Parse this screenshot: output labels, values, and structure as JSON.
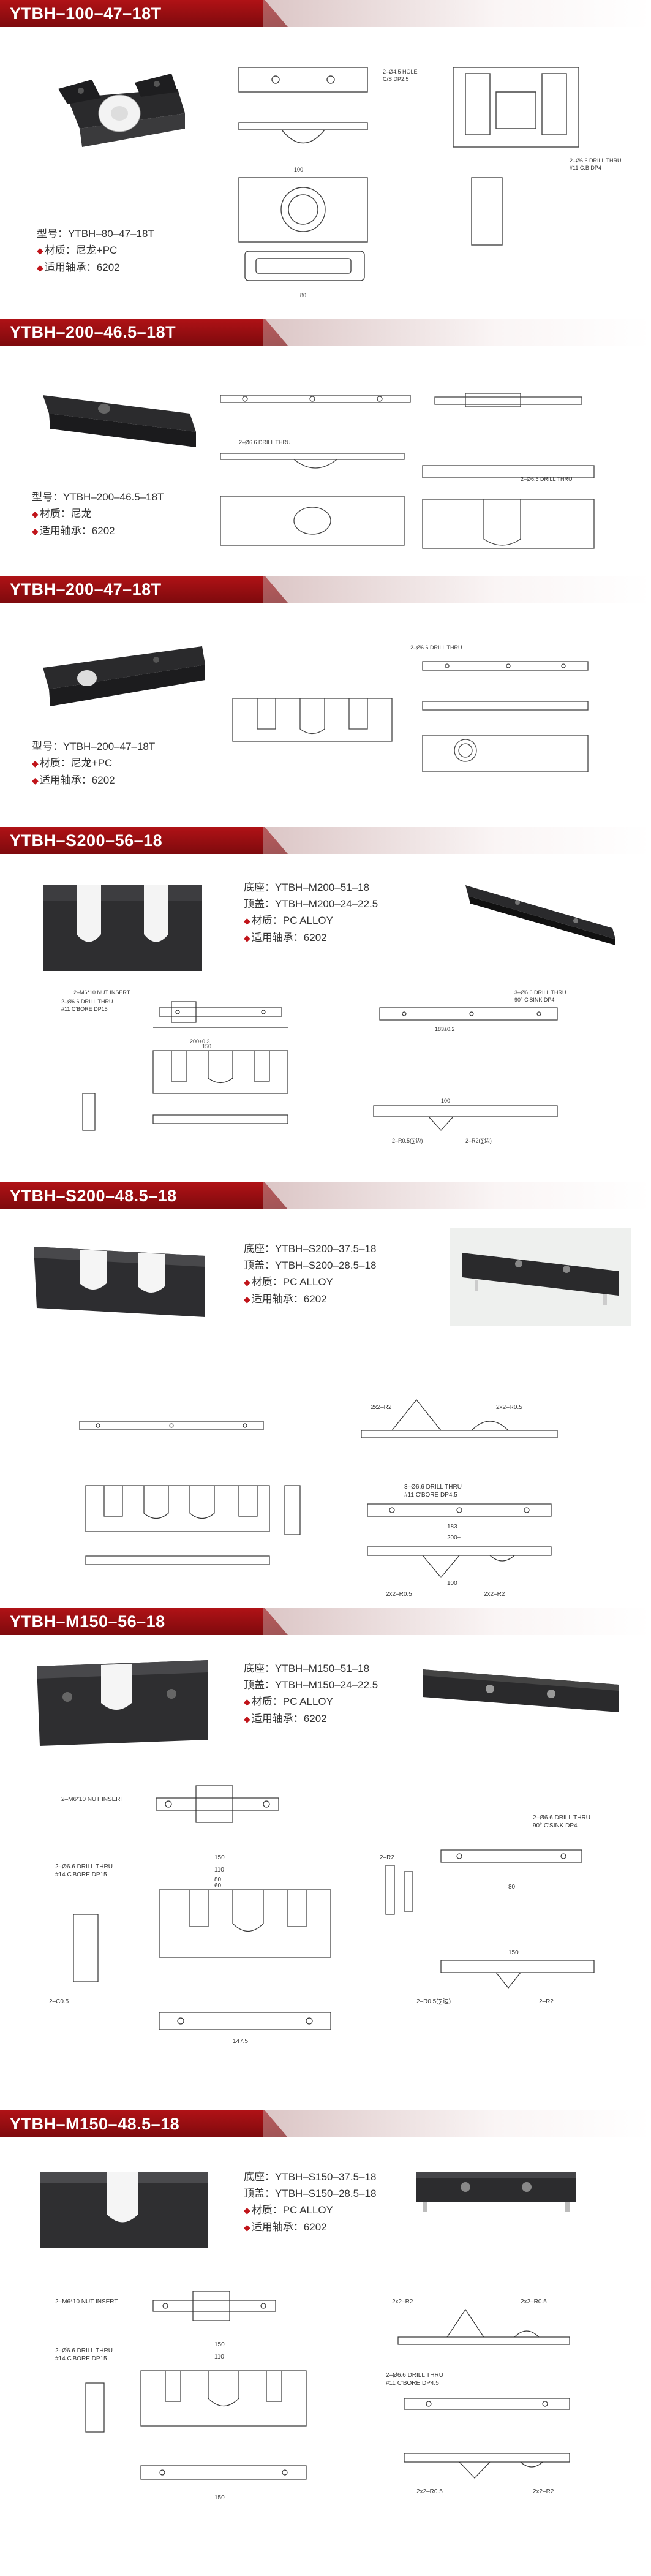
{
  "sections": [
    {
      "title": "YTBH–100–47–18T",
      "model_label": "型号：YTBH–80–47–18T",
      "material": "材质：尼龙+PC",
      "bearing": "适用轴承：6202"
    },
    {
      "title": "YTBH–200–46.5–18T",
      "model_label": "型号：YTBH–200–46.5–18T",
      "material": "材质：尼龙",
      "bearing": "适用轴承：6202"
    },
    {
      "title": "YTBH–200–47–18T",
      "model_label": "型号：YTBH–200–47–18T",
      "material": "材质：尼龙+PC",
      "bearing": "适用轴承：6202"
    },
    {
      "title": "YTBH–S200–56–18",
      "base": "底座：YTBH–M200–51–18",
      "top": "顶盖：YTBH–M200–24–22.5",
      "material": "材质：PC ALLOY",
      "bearing": "适用轴承：6202"
    },
    {
      "title": "YTBH–S200–48.5–18",
      "base": "底座：YTBH–S200–37.5–18",
      "top": "顶盖：YTBH–S200–28.5–18",
      "material": "材质：PC ALLOY",
      "bearing": "适用轴承：6202"
    },
    {
      "title": "YTBH–M150–56–18",
      "base": "底座：YTBH–M150–51–18",
      "top": "顶盖：YTBH–M150–24–22.5",
      "material": "材质：PC ALLOY",
      "bearing": "适用轴承：6202"
    },
    {
      "title": "YTBH–M150–48.5–18",
      "base": "底座：YTBH–S150–37.5–18",
      "top": "顶盖：YTBH–S150–28.5–18",
      "material": "材质：PC ALLOY",
      "bearing": "适用轴承：6202"
    }
  ],
  "drawing_labels": {
    "s4_insert": "2–M6*10 NUT INSERT",
    "s4_drill": "2–Ø6.6 DRILL THRU",
    "s4_cbore": "#11 C'BORE DP15",
    "s4_drill_r": "3–Ø6.6 DRILL THRU",
    "s4_csink": "90° C'SINK DP4",
    "s4_d200": "200±0.3",
    "s4_d183": "183±0.2",
    "s4_d150": "150",
    "s4_d100": "100",
    "s4_r05": "2–R0.5(∑边)",
    "s4_r2": "2–R2(∑边)",
    "s5_r2": "2x2–R2",
    "s5_r05": "2x2–R0.5",
    "s5_drill": "3–Ø6.6 DRILL THRU",
    "s5_cbore": "#11 C'BORE DP4.5",
    "s5_d183": "183",
    "s5_d200": "200±",
    "s5_d100": "100",
    "s6_insert": "2–M6*10 NUT INSERT",
    "s6_drill": "2–Ø6.6 DRILL THRU",
    "s6_cbore": "#14 C'BORE DP15",
    "s6_drill_r": "2–Ø6.6 DRILL THRU",
    "s6_csink": "90° C'SINK DP4",
    "s6_d150": "150",
    "s6_d110": "110",
    "s6_d80": "80",
    "s6_d60": "60",
    "s6_d1475": "147.5",
    "s6_r2": "2–R2",
    "s6_r05": "2–R0.5(∑边)",
    "s6_c05": "2–C0.5",
    "s7_insert": "2–M6*10 NUT INSERT",
    "s7_drill": "2–Ø6.6 DRILL THRU",
    "s7_cbore": "#14 C'BORE DP15",
    "s7_drill_r": "2–Ø6.6 DRILL THRU",
    "s7_cbore_r": "#11 C'BORE DP4.5",
    "s7_r2": "2x2–R2",
    "s7_r05": "2x2–R0.5",
    "s7_d150": "150",
    "s7_d110": "110"
  },
  "colors": {
    "banner_red": "#b01216",
    "bullet_red": "#c0141a"
  }
}
